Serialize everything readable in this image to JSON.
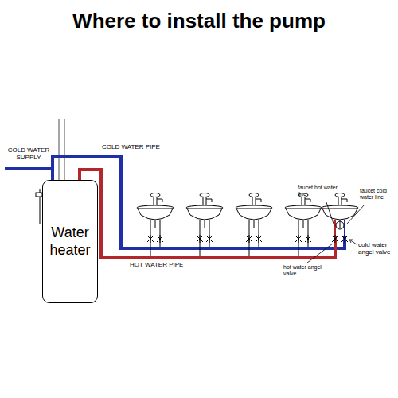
{
  "diagram": {
    "title": "Where to install the pump",
    "nodes": [
      {
        "text": [
          "Water heater"
        ]
      }
    ],
    "labels": [
      "COLD WATER SUPPLY",
      "COLD WATER PIPE",
      "faucet hot water line",
      "faucet cold water line",
      "cold water angel valve",
      "hot water angel valve",
      "HOT WATER PIPE"
    ]
  }
}
